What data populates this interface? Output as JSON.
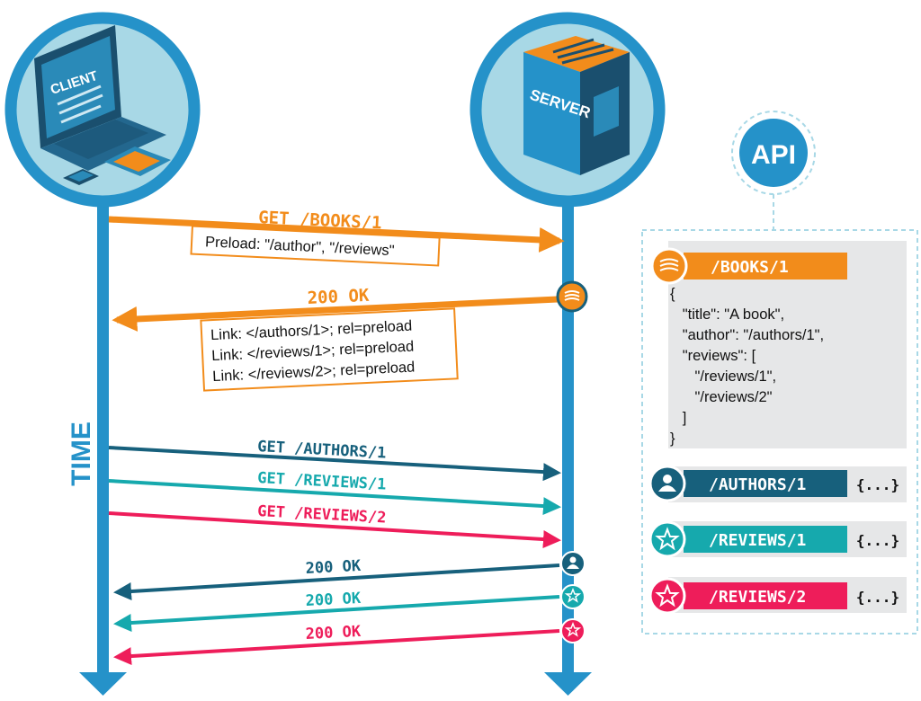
{
  "actors": {
    "client": {
      "label": "CLIENT"
    },
    "server": {
      "label": "SERVER"
    },
    "api": {
      "label": "API"
    }
  },
  "time_label": "TIME",
  "messages": {
    "get_books": {
      "label": "GET /BOOKS/1",
      "note": "Preload: \"/author\", \"/reviews\"",
      "color": "#f28c1b"
    },
    "resp_books": {
      "label": "200 OK",
      "note_lines": [
        "Link: </authors/1>; rel=preload",
        "Link: </reviews/1>; rel=preload",
        "Link: </reviews/2>; rel=preload"
      ],
      "color": "#f28c1b"
    },
    "get_authors": {
      "label": "GET /AUTHORS/1",
      "color": "#17607c"
    },
    "get_reviews1": {
      "label": "GET /REVIEWS/1",
      "color": "#16a9ad"
    },
    "get_reviews2": {
      "label": "GET /REVIEWS/2",
      "color": "#ee1d5a"
    },
    "resp_authors": {
      "label": "200 OK",
      "color": "#17607c"
    },
    "resp_reviews1": {
      "label": "200 OK",
      "color": "#16a9ad"
    },
    "resp_reviews2": {
      "label": "200 OK",
      "color": "#ee1d5a"
    }
  },
  "api": {
    "books": {
      "route": "/BOOKS/1",
      "json": "{\n   \"title\": \"A book\",\n   \"author\": \"/authors/1\",\n   \"reviews\": [\n      \"/reviews/1\",\n      \"/reviews/2\"\n   ]\n}"
    },
    "authors": {
      "route": "/AUTHORS/1",
      "stub": "{...}"
    },
    "reviews1": {
      "route": "/REVIEWS/1",
      "stub": "{...}"
    },
    "reviews2": {
      "route": "/REVIEWS/2",
      "stub": "{...}"
    }
  },
  "colors": {
    "timeline": "#2592c9",
    "orange": "#f28c1b",
    "navy": "#17607c",
    "teal": "#16a9ad",
    "pink": "#ee1d5a",
    "circle_fill": "#a8d8e6"
  }
}
